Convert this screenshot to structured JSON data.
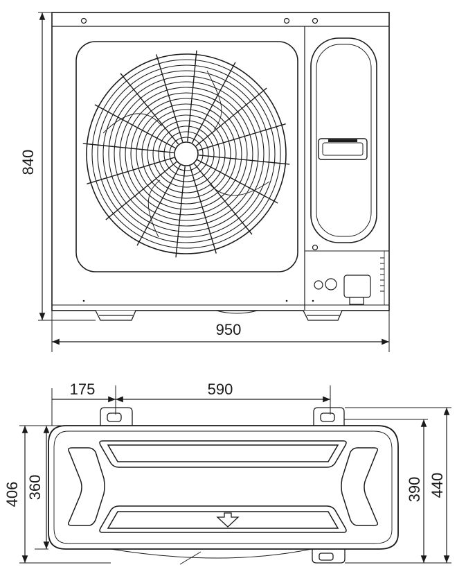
{
  "drawing": {
    "front_view": {
      "height_label": "840",
      "width_label": "950"
    },
    "top_view": {
      "offset_label": "175",
      "foot_spacing_label": "590",
      "depth_406_label": "406",
      "depth_360_label": "360",
      "depth_390_label": "390",
      "depth_440_label": "440"
    }
  }
}
